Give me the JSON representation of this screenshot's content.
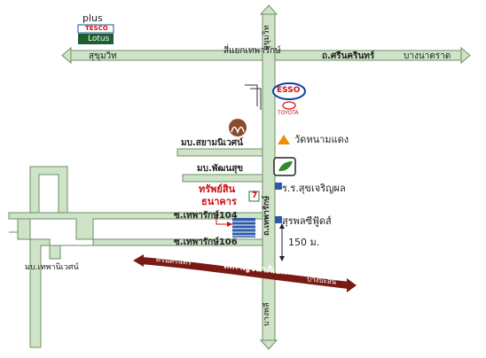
{
  "roads": {
    "sukhumvit_left": "สุขุมวิท",
    "intersection": "สี่แยกเทพารักษ์",
    "srinakarin": "ถ.ศรีนครินทร์",
    "bang_na_trat": "บางนาตราด",
    "sukhumvit_vertical": "สุขุมวิท",
    "bang_phli": "บางพลี",
    "thepharak_vertical": "ถ.เทพารักษ์",
    "soi_104": "ซ.เทพารักษ์104",
    "soi_106": "ซ.เทพารักษ์106",
    "kanchanaphisek": "ถ.กาญจนาภิเษก",
    "kanchanaphisek_left": "ศรีนครินทร์",
    "kanchanaphisek_right": "บางปะอิน"
  },
  "places": {
    "plus": "plus",
    "tesco": "TESCO",
    "lotus": "Lotus",
    "esso": "ESSO",
    "toyota": "TOYOTA",
    "wat": "วัดหนามแดง",
    "siam_niwet": "มบ.สยามนิเวศน์",
    "phatthanasuk": "มบ.พัฒนสุข",
    "school": "ร.ร.สุขเจริญผล",
    "surapon": "สุรพลซีฟู้ดส์",
    "thepha_niwet": "มบ.เทพานิเวศน์",
    "bank_line1": "ทรัพย์สิน",
    "bank_line2": "ธนาคาร",
    "seven_eleven": "7"
  },
  "distance": "150 ม.",
  "colors": {
    "road_fill": "#cfe3c8",
    "road_stroke": "#6e8f63",
    "highway": "#7a1a14",
    "target": "#cc1111",
    "marker_blue": "#2d5aa8"
  }
}
